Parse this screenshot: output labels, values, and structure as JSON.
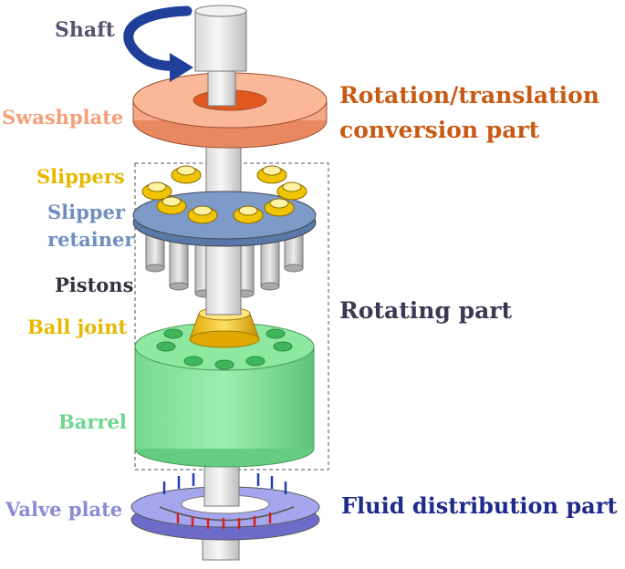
{
  "colors": {
    "shaft_label": "#5a5070",
    "swashplate_label": "#f2a07a",
    "slippers_label": "#e6b800",
    "retainer_label": "#6f8fc0",
    "pistons_label": "#333340",
    "ball_joint_label": "#e6b800",
    "barrel_label": "#6ed68c",
    "valve_plate_label": "#8a8ad6",
    "conversion_group": "#c85a14",
    "rotating_group": "#3a3a55",
    "fluid_group": "#1f2a8a",
    "arrow": "#1f3f9a"
  },
  "labels": {
    "shaft": "Shaft",
    "swashplate": "Swashplate",
    "slippers": "Slippers",
    "slipper_retainer_line1": "Slipper",
    "slipper_retainer_line2": "retainer",
    "pistons": "Pistons",
    "ball_joint": "Ball joint",
    "barrel": "Barrel",
    "valve_plate": "Valve plate"
  },
  "groups": {
    "conversion_line1": "Rotation/translation",
    "conversion_line2": "conversion part",
    "rotating": "Rotating part",
    "fluid": "Fluid distribution part"
  },
  "icons": [
    "rotation-arrow-icon"
  ]
}
